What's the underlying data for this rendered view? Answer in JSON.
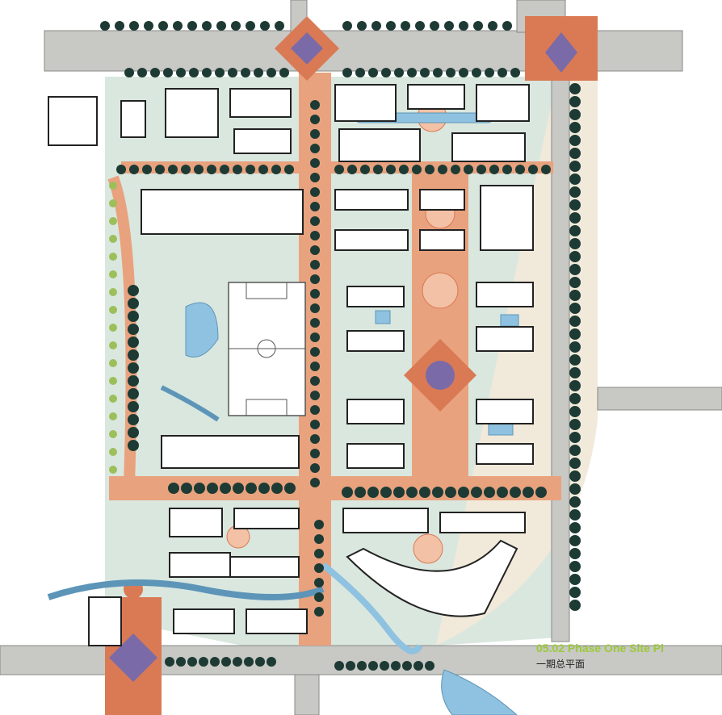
{
  "caption": {
    "title": "05.02 Phase One Site Pl",
    "subtitle": "一期总平面"
  },
  "colors": {
    "road": "#c8c8c4",
    "paving": "#e9a27e",
    "paving_dark": "#d97a55",
    "green_space": "#cfe3d8",
    "tree_dark": "#1d3b34",
    "tree_light": "#9cbf5a",
    "building": "#ffffff",
    "water": "#8fc2e0",
    "plaza_purple": "#7b6aa8",
    "caption_green": "#9bc93a"
  },
  "features": [
    "football-field",
    "residential-blocks",
    "central-boulevard",
    "stream",
    "plazas",
    "villa-row"
  ]
}
